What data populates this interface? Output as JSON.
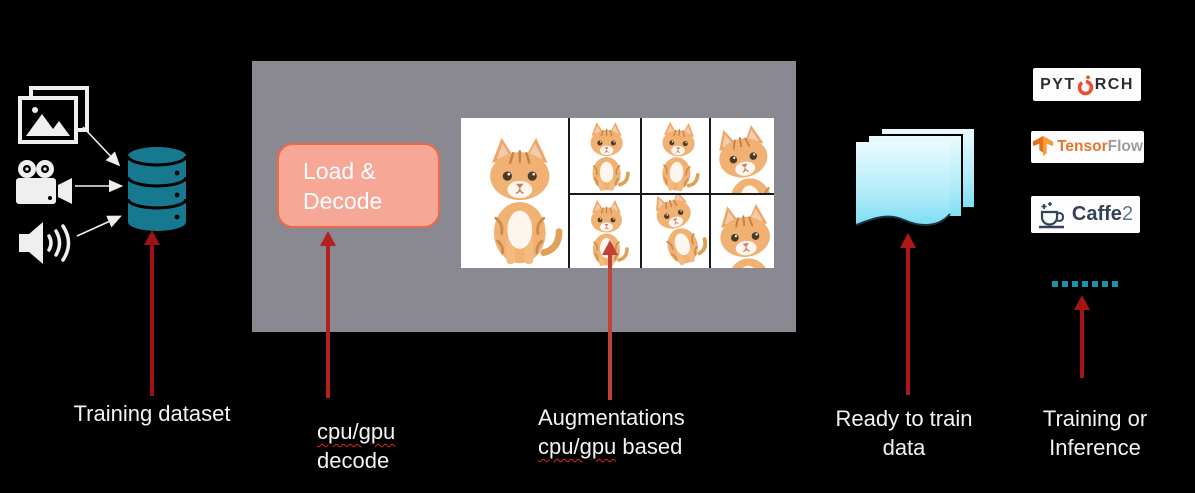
{
  "slide": {
    "background": "#000000"
  },
  "sources": {
    "icons": [
      {
        "name": "images-icon"
      },
      {
        "name": "video-camera-icon"
      },
      {
        "name": "audio-speaker-icon"
      }
    ],
    "database_color": "#16798F",
    "label": "Training dataset"
  },
  "pipeline": {
    "panel_color": "#8A8891",
    "load_decode": {
      "line1": "Load &",
      "line2": "Decode",
      "fill": "#F6A795",
      "border": "#EC6A48"
    },
    "decode_label": {
      "line1": "cpu/gpu",
      "line2": "decode"
    },
    "augmentation_label": {
      "line1": "Augmentations",
      "underlined": "cpu/gpu",
      "rest": " based"
    },
    "collage": {
      "content": "kitten photo with 6 augmented variants",
      "grid": "2x3"
    }
  },
  "output": {
    "label_line1": "Ready to train",
    "label_line2": "data",
    "paper_gradient_top": "#EAFBFE",
    "paper_gradient_bottom": "#7BDEF3"
  },
  "frameworks": {
    "pytorch": {
      "prefix": "PYT",
      "suffix": "RCH",
      "flame_color": "#EE4C2C"
    },
    "tensorflow": {
      "word1": "Tensor",
      "word2": "Flow",
      "orange": "#E8752C",
      "gray": "#9C9C9C"
    },
    "caffe2": {
      "word1": "Caffe",
      "word2": "2",
      "navy": "#32435A"
    },
    "dots": {
      "count": 7,
      "color": "#1D93A8"
    },
    "label_line1": "Training or",
    "label_line2": "Inference"
  },
  "arrows": {
    "red": "#AA1717",
    "white": "#FFFFFF"
  }
}
